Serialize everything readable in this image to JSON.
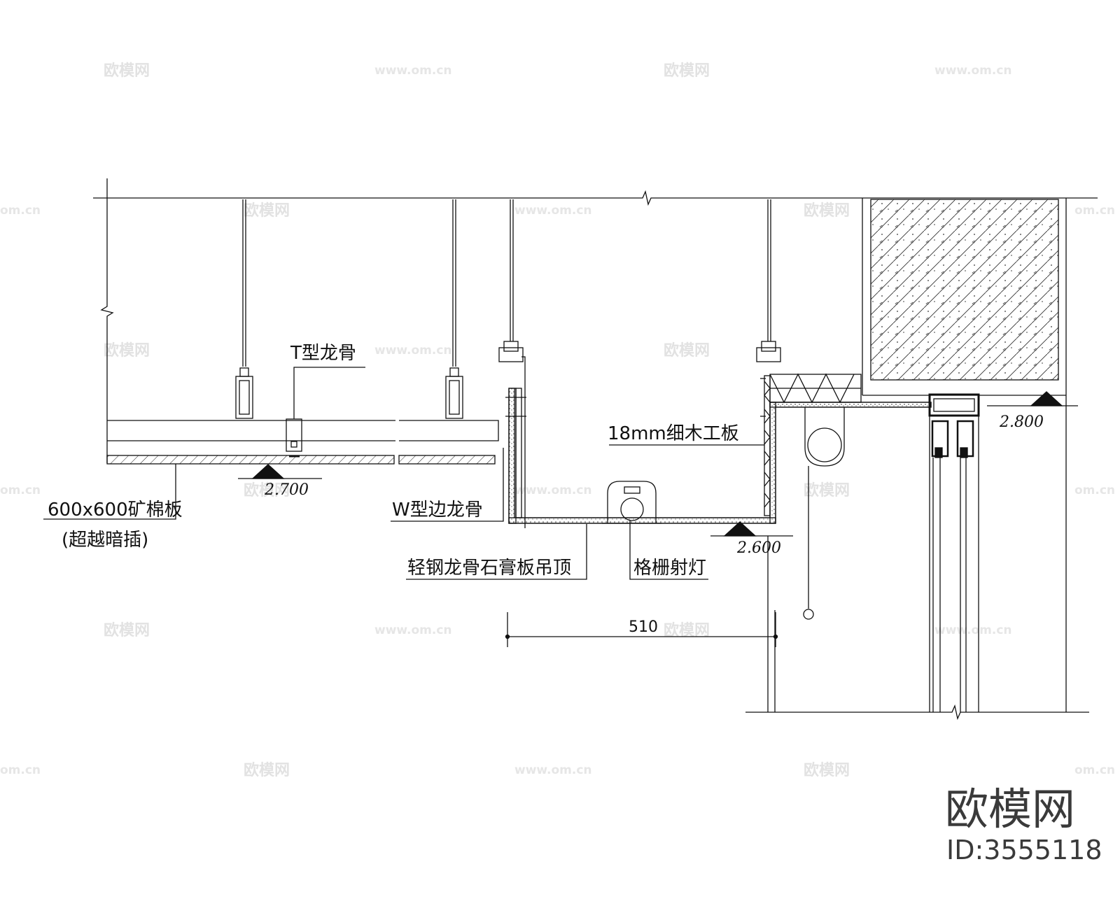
{
  "labels": {
    "t_keel": "T型龙骨",
    "panel": "600x600矿棉板",
    "panel_note": "(超越暗插)",
    "w_edge": "W型边龙骨",
    "plywood": "18mm细木工板",
    "gypsum": "轻钢龙骨石膏板吊顶",
    "grille": "格栅射灯",
    "dim_510": "510"
  },
  "levels": {
    "l1": "2.700",
    "l2": "2.600",
    "l3": "2.800"
  },
  "watermark": {
    "name": "欧模网",
    "url": "www.om.cn",
    "url_partial": "om.cn"
  },
  "brand": {
    "name": "欧模网",
    "id": "ID:3555118"
  }
}
